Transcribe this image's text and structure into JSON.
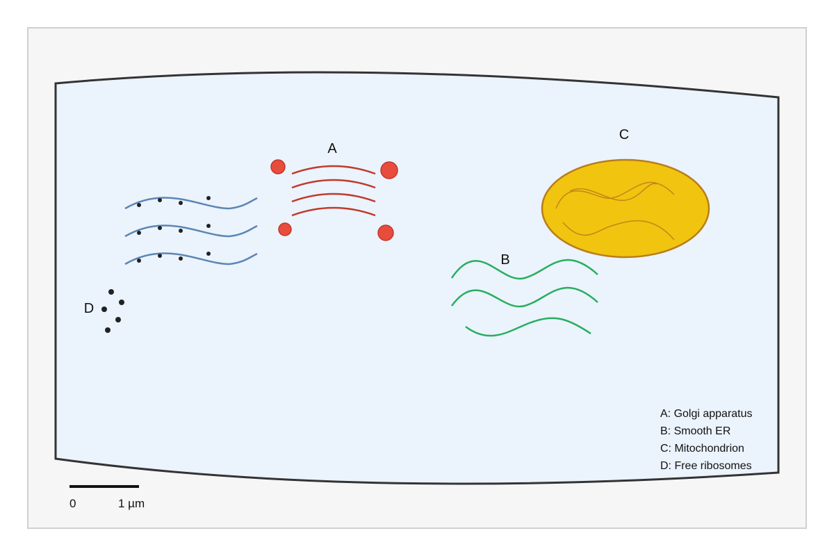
{
  "labels": {
    "golgi": "A",
    "smooth_er": "B",
    "mitochondrion": "C",
    "ribosomes": "D"
  },
  "legend": [
    "A: Golgi apparatus",
    "B: Smooth ER",
    "C: Mitochondrion",
    "D: Free ribosomes"
  ],
  "scale_bar": {
    "start_label": "0",
    "end_label": "1 µm"
  },
  "colors": {
    "frame_bg": "#f6f6f6",
    "cell_fill": "#ebf3fc",
    "cell_stroke": "#333333",
    "rough_er": "#5b86b4",
    "golgi": "#c0392b",
    "vesicle": "#e74c3c",
    "smooth_er": "#27ae60",
    "mito_fill": "#f1c40f",
    "mito_stroke": "#b87d1a",
    "cristae": "#b87d1a",
    "ribosome": "#222222"
  }
}
